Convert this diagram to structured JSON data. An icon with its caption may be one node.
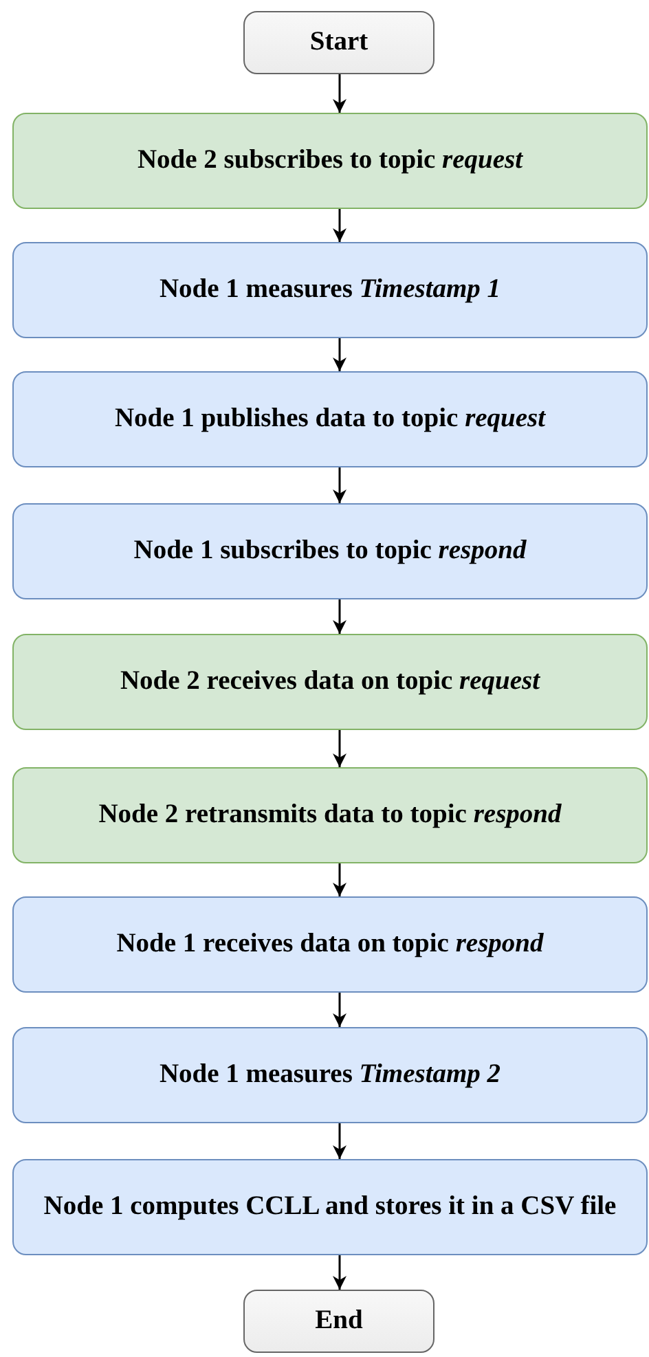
{
  "diagram": {
    "nodes": [
      {
        "text": [
          "Start"
        ]
      },
      {
        "text": [
          "Node 2 subscribes to topic *request*"
        ]
      },
      {
        "text": [
          "Node 1 measures *Timestamp 1*"
        ]
      },
      {
        "text": [
          "Node 1 publishes data to topic *request*"
        ]
      },
      {
        "text": [
          "Node 1 subscribes to topic *respond*"
        ]
      },
      {
        "text": [
          "Node 2 receives data on topic *request*"
        ]
      },
      {
        "text": [
          "Node 2 retransmits data to topic *respond*"
        ]
      },
      {
        "text": [
          "Node 1 receives data on topic *respond*"
        ]
      },
      {
        "text": [
          "Node 1 measures *Timestamp 2*"
        ]
      },
      {
        "text": [
          "Node 1 computes CCLL and stores it in a CSV file"
        ]
      },
      {
        "text": [
          "End"
        ]
      }
    ],
    "edges": [
      {
        "from": 0,
        "to": 1,
        "arrow": "to"
      },
      {
        "from": 1,
        "to": 2,
        "arrow": "to"
      },
      {
        "from": 2,
        "to": 3,
        "arrow": "to"
      },
      {
        "from": 3,
        "to": 4,
        "arrow": "to"
      },
      {
        "from": 4,
        "to": 5,
        "arrow": "to"
      },
      {
        "from": 5,
        "to": 6,
        "arrow": "to"
      },
      {
        "from": 6,
        "to": 7,
        "arrow": "to"
      },
      {
        "from": 7,
        "to": 8,
        "arrow": "to"
      },
      {
        "from": 8,
        "to": 9,
        "arrow": "to"
      },
      {
        "from": 9,
        "to": 10,
        "arrow": "to"
      }
    ]
  }
}
